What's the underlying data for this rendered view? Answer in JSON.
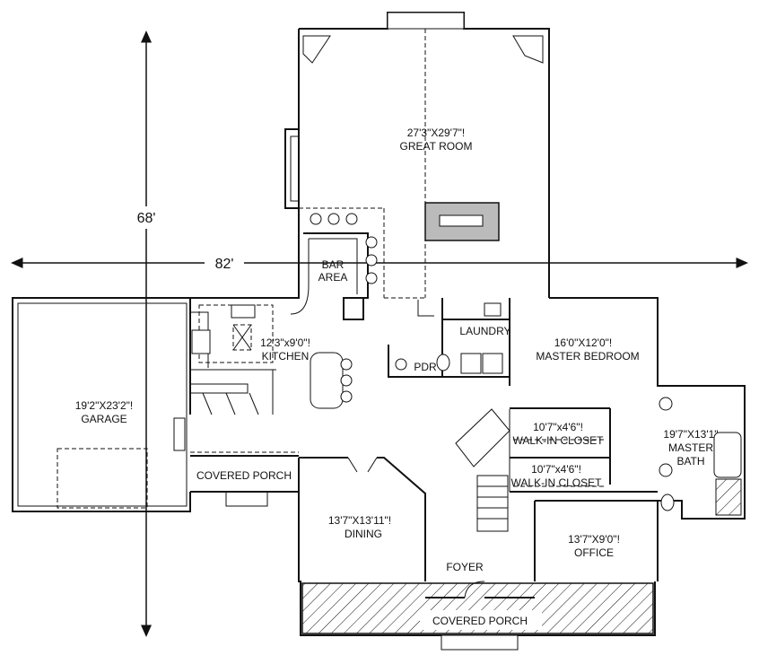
{
  "dimensions": {
    "height": "68'",
    "width": "82'"
  },
  "rooms": {
    "great_room": {
      "size": "27'3\"X29'7\"!",
      "name": "GREAT ROOM"
    },
    "bar_area": {
      "line1": "BAR",
      "line2": "AREA"
    },
    "kitchen": {
      "size": "12'3\"x9'0\"!",
      "name": "KITCHEN"
    },
    "laundry": {
      "name": "LAUNDRY"
    },
    "pdr": {
      "name": "PDR"
    },
    "master_bedroom": {
      "size": "16'0\"X12'0\"!",
      "name": "MASTER BEDROOM"
    },
    "walk_in_closet_1": {
      "size": "10'7\"x4'6\"!",
      "name": "WALK-IN CLOSET"
    },
    "walk_in_closet_2": {
      "size": "10'7\"x4'6\"!",
      "name": "WALK-IN CLOSET"
    },
    "master_bath": {
      "size": "19'7\"X13'1\"",
      "name": "MASTER",
      "name2": "BATH"
    },
    "garage": {
      "size": "19'2\"X23'2\"!",
      "name": "GARAGE"
    },
    "covered_porch_side": {
      "name": "COVERED PORCH"
    },
    "dining": {
      "size": "13'7\"X13'11\"!",
      "name": "DINING"
    },
    "office": {
      "size": "13'7\"X9'0\"!",
      "name": "OFFICE"
    },
    "foyer": {
      "name": "FOYER"
    },
    "covered_porch_front": {
      "name": "COVERED PORCH"
    }
  }
}
